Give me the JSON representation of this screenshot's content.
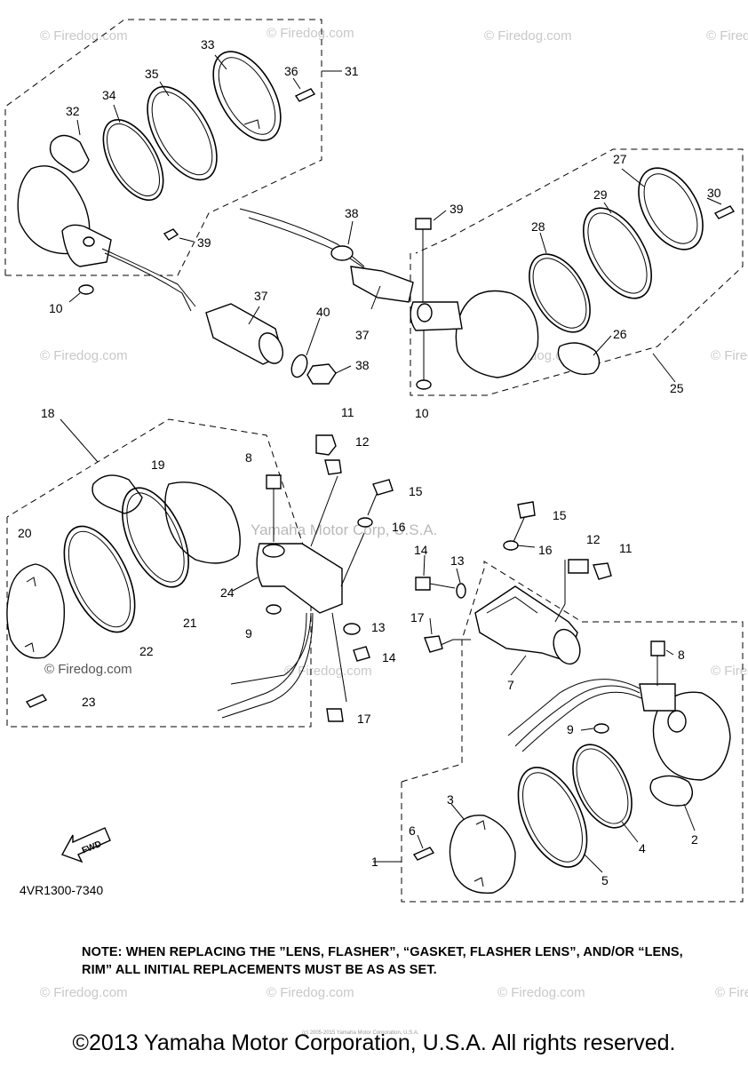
{
  "callouts": [
    {
      "id": "c33",
      "text": "33"
    },
    {
      "id": "c35",
      "text": "35"
    },
    {
      "id": "c36",
      "text": "36"
    },
    {
      "id": "c31",
      "text": "31"
    },
    {
      "id": "c34",
      "text": "34"
    },
    {
      "id": "c32",
      "text": "32"
    },
    {
      "id": "c39a",
      "text": "39"
    },
    {
      "id": "c10a",
      "text": "10"
    },
    {
      "id": "c37a",
      "text": "37"
    },
    {
      "id": "c27",
      "text": "27"
    },
    {
      "id": "c30",
      "text": "30"
    },
    {
      "id": "c29",
      "text": "29"
    },
    {
      "id": "c28",
      "text": "28"
    },
    {
      "id": "c39b",
      "text": "39"
    },
    {
      "id": "c38a",
      "text": "38"
    },
    {
      "id": "c40",
      "text": "40"
    },
    {
      "id": "c37b",
      "text": "37"
    },
    {
      "id": "c38b",
      "text": "38"
    },
    {
      "id": "c26",
      "text": "26"
    },
    {
      "id": "c25",
      "text": "25"
    },
    {
      "id": "c10b",
      "text": "10"
    },
    {
      "id": "c18",
      "text": "18"
    },
    {
      "id": "c11a",
      "text": "11"
    },
    {
      "id": "c12a",
      "text": "12"
    },
    {
      "id": "c19",
      "text": "19"
    },
    {
      "id": "c8a",
      "text": "8"
    },
    {
      "id": "c15a",
      "text": "15"
    },
    {
      "id": "c16a",
      "text": "16"
    },
    {
      "id": "c20",
      "text": "20"
    },
    {
      "id": "c24",
      "text": "24"
    },
    {
      "id": "c21",
      "text": "21"
    },
    {
      "id": "c9a",
      "text": "9"
    },
    {
      "id": "c22",
      "text": "22"
    },
    {
      "id": "c13a",
      "text": "13"
    },
    {
      "id": "c14a",
      "text": "14"
    },
    {
      "id": "c23",
      "text": "23"
    },
    {
      "id": "c17a",
      "text": "17"
    },
    {
      "id": "c15b",
      "text": "15"
    },
    {
      "id": "c16b",
      "text": "16"
    },
    {
      "id": "c12b",
      "text": "12"
    },
    {
      "id": "c11b",
      "text": "11"
    },
    {
      "id": "c14b",
      "text": "14"
    },
    {
      "id": "c13b",
      "text": "13"
    },
    {
      "id": "c17b",
      "text": "17"
    },
    {
      "id": "c7",
      "text": "7"
    },
    {
      "id": "c8b",
      "text": "8"
    },
    {
      "id": "c9b",
      "text": "9"
    },
    {
      "id": "c3",
      "text": "3"
    },
    {
      "id": "c6",
      "text": "6"
    },
    {
      "id": "c1",
      "text": "1"
    },
    {
      "id": "c4",
      "text": "4"
    },
    {
      "id": "c2",
      "text": "2"
    },
    {
      "id": "c5",
      "text": "5"
    }
  ],
  "fwd_label": "FWD",
  "watermark": "© Firedog.com",
  "watermark_center": "Yamaha Motor Corp, U.S.A.",
  "drawing_code": "4VR1300-7340",
  "note": "NOTE: WHEN REPLACING THE  ”LENS, FLASHER”, “GASKET, FLASHER LENS”, AND/OR “LENS, RIM” ALL INITIAL REPLACEMENTS MUST BE AS AS SET.",
  "small_copyright": "(c) 2005-2015 Yamaha Motor Corporation, U.S.A.",
  "copyright": "©2013 Yamaha Motor Corporation, U.S.A. All rights reserved."
}
